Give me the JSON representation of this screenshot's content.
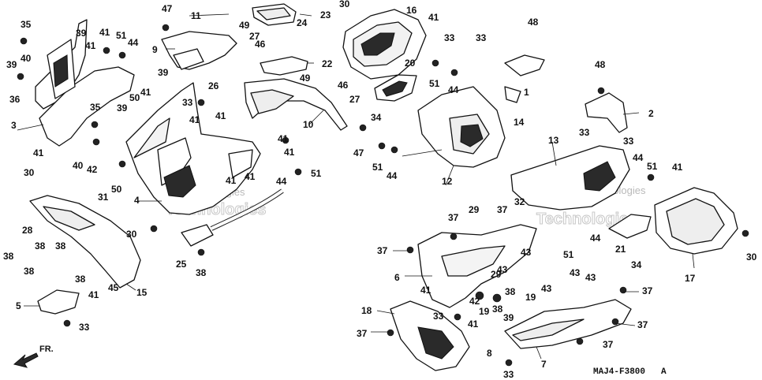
{
  "diagram": {
    "code": "MAJ4-F3800",
    "revision": "A",
    "direction": "FR.",
    "watermark_a": "vNext Technologies",
    "watermark_b": "vNext",
    "watermark_c": "Technologies",
    "labels": {
      "l35": "35",
      "l39a": "39",
      "l41a": "41",
      "l51a": "51",
      "l44a": "44",
      "l40": "40",
      "l39b": "39",
      "l36": "36",
      "l3": "3",
      "l47a": "47",
      "l11": "11",
      "l49a": "49",
      "l23": "23",
      "l24": "24",
      "l27a": "27",
      "l46a": "46",
      "l9": "9",
      "l22": "22",
      "l49b": "49",
      "l39c": "39",
      "l41b": "41",
      "l50a": "50",
      "l33a": "33",
      "l26": "26",
      "l35b": "35",
      "l39d": "39",
      "l41c": "41",
      "l30a": "30",
      "l40b": "40",
      "l42a": "42",
      "l31": "31",
      "l50b": "50",
      "l41d": "41",
      "l41e": "41",
      "l4": "4",
      "l41f": "41",
      "l41g": "41",
      "l41h": "41",
      "l10": "10",
      "l46b": "46",
      "l27b": "27",
      "l41i": "41",
      "l41j": "41",
      "l51b": "51",
      "l44b": "44",
      "l47b": "47",
      "l34a": "34",
      "l30b": "30",
      "l16": "16",
      "l41k": "41",
      "l33b": "33",
      "l33c": "33",
      "l48a": "48",
      "l20": "20",
      "l51c": "51",
      "l44c": "44",
      "l1": "1",
      "l14": "14",
      "l51d": "51",
      "l44d": "44",
      "l12": "12",
      "l48b": "48",
      "l2": "2",
      "l33d": "33",
      "l13": "13",
      "l33e": "33",
      "l44e": "44",
      "l51e": "51",
      "l41l": "41",
      "l28": "28",
      "l38a": "38",
      "l38b": "38",
      "l38c": "38",
      "l38d": "38",
      "l30c": "30",
      "l45": "45",
      "l15": "15",
      "l25": "25",
      "l38e": "38",
      "l5": "5",
      "l41m": "41",
      "l33f": "33",
      "l37a": "37",
      "l29a": "29",
      "l37b": "37",
      "l32": "32",
      "l37c": "37",
      "l6": "6",
      "l44f": "44",
      "l51f": "51",
      "l21": "21",
      "l34b": "34",
      "l17": "17",
      "l30d": "30",
      "l29b": "29",
      "l43a": "43",
      "l43b": "43",
      "l43c": "43",
      "l43d": "43",
      "l43e": "43",
      "l41n": "41",
      "l42b": "42",
      "l38f": "38",
      "l38g": "38",
      "l19a": "19",
      "l19b": "19",
      "l39e": "39",
      "l37d": "37",
      "l18": "18",
      "l33g": "33",
      "l37e": "37",
      "l41o": "41",
      "l8": "8",
      "l33h": "33",
      "l7": "7",
      "l37f": "37",
      "l37g": "37"
    }
  }
}
